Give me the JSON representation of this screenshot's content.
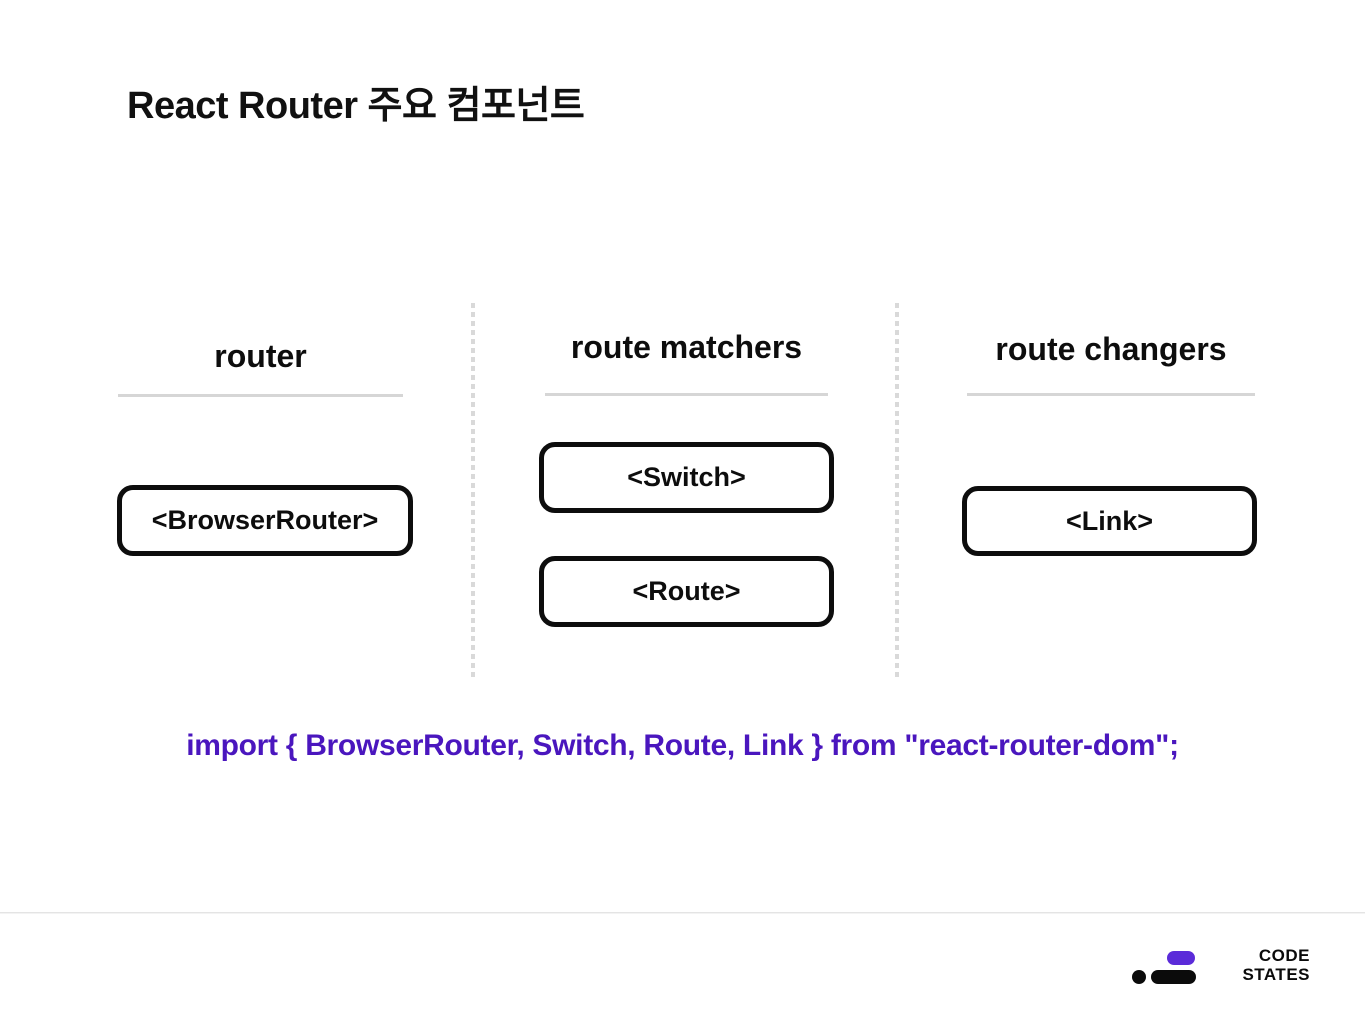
{
  "slide": {
    "title": "React Router 주요 컴포넌트",
    "columns": [
      {
        "header": "router",
        "boxes": [
          "<BrowserRouter>"
        ]
      },
      {
        "header": "route matchers",
        "boxes": [
          "<Switch>",
          "<Route>"
        ]
      },
      {
        "header": "route changers",
        "boxes": [
          "<Link>"
        ]
      }
    ],
    "import_statement": "import { BrowserRouter, Switch, Route, Link } from \"react-router-dom\";"
  },
  "footer": {
    "logo": {
      "line1": "CODE",
      "line2": "STATES"
    }
  },
  "colors": {
    "import_text": "#4a16be",
    "logo_purple": "#5b2bd9",
    "box_border": "#0d0d0d",
    "divider_gray": "#d9d9d9"
  }
}
